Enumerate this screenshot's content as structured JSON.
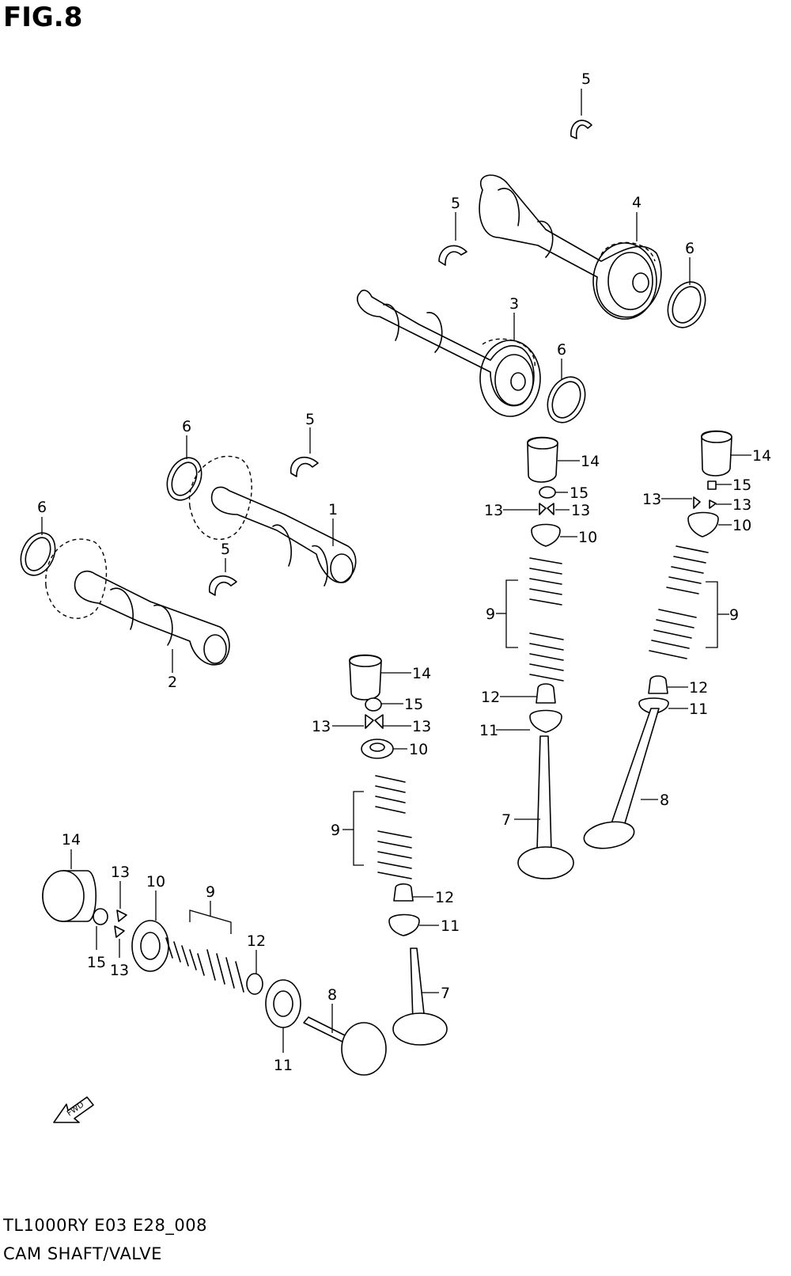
{
  "header": {
    "figure_label": "FIG.8"
  },
  "footer": {
    "model_code": "TL1000RY E03 E28_008",
    "section_title": "CAM SHAFT/VALVE"
  },
  "fwd_arrow": {
    "label": "FWD"
  },
  "callouts": {
    "c1": "1",
    "c2": "2",
    "c3": "3",
    "c4": "4",
    "c5a": "5",
    "c5b": "5",
    "c5c": "5",
    "c5d": "5",
    "c6a": "6",
    "c6b": "6",
    "c6c": "6",
    "c6d": "6",
    "c7a": "7",
    "c7b": "7",
    "c8a": "8",
    "c8b": "8",
    "c9a": "9",
    "c9b": "9",
    "c9c": "9",
    "c9d": "9",
    "c10a": "10",
    "c10b": "10",
    "c10c": "10",
    "c10d": "10",
    "c11a": "11",
    "c11b": "11",
    "c11c": "11",
    "c11d": "11",
    "c12a": "12",
    "c12b": "12",
    "c12c": "12",
    "c12d": "12",
    "c13a": "13",
    "c13b": "13",
    "c13c": "13",
    "c13d": "13",
    "c13e": "13",
    "c13f": "13",
    "c13g": "13",
    "c13h": "13",
    "c14a": "14",
    "c14b": "14",
    "c14c": "14",
    "c14d": "14",
    "c15a": "15",
    "c15b": "15",
    "c15c": "15",
    "c15d": "15"
  }
}
